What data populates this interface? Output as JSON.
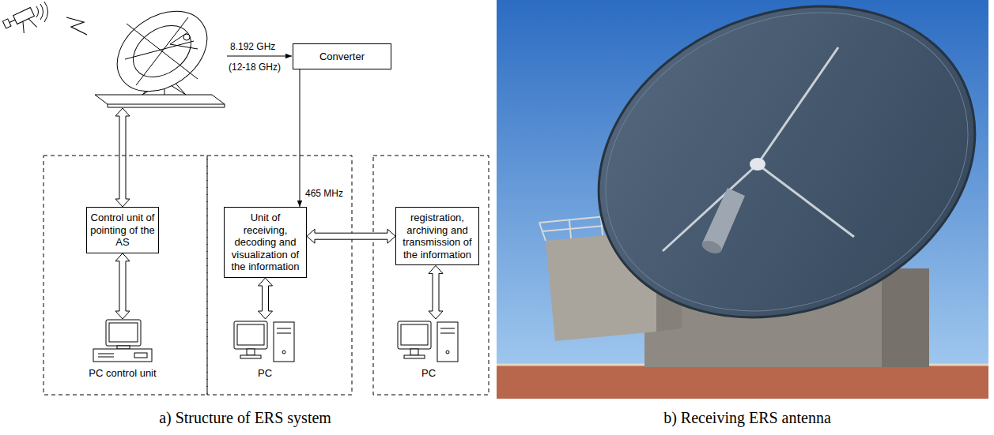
{
  "diagram": {
    "nodes": [
      {
        "text": [
          "Converter"
        ]
      },
      {
        "text": [
          "Control unit of pointing of the AS"
        ]
      },
      {
        "text": [
          "Unit of receiving, decoding and visualization of the information"
        ]
      },
      {
        "text": [
          "registration, archiving and transmission of the information"
        ]
      },
      {
        "text": [
          "PC control unit"
        ]
      },
      {
        "text": [
          "PC"
        ]
      },
      {
        "text": [
          "PC"
        ]
      }
    ],
    "edges": [
      {
        "from": 0,
        "to": 2,
        "arrow": "to",
        "label": "465 MHz"
      },
      {
        "from": 2,
        "to": 3,
        "arrow": "both"
      },
      {
        "from": 1,
        "to": 4,
        "arrow": "both"
      },
      {
        "from": 2,
        "to": 5,
        "arrow": "both"
      },
      {
        "from": 3,
        "to": 6,
        "arrow": "both"
      }
    ],
    "labels": [
      "8.192 GHz",
      "(12-18 GHz)",
      "a) Structure of ERS system",
      "b) Receiving ERS antenna"
    ]
  }
}
